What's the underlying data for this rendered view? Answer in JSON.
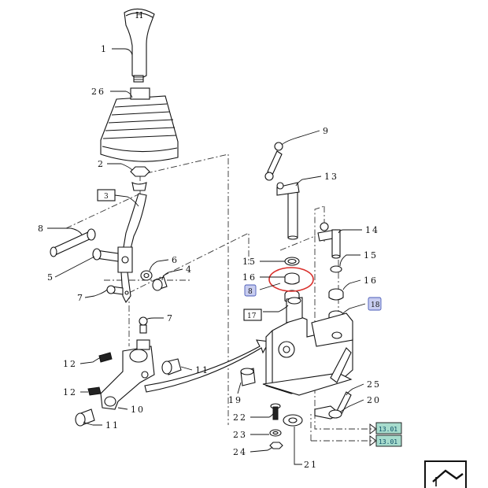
{
  "callouts": {
    "c1": "1",
    "c26": "26",
    "c2": "2",
    "c3": "3",
    "c8a": "8",
    "c5": "5",
    "c6": "6",
    "c4": "4",
    "c7a": "7",
    "c7b": "7",
    "c12a": "12",
    "c12b": "12",
    "c11a": "11",
    "c10": "10",
    "c11b": "11",
    "c9": "9",
    "c13": "13",
    "c14": "14",
    "c15a": "15",
    "c15b": "15",
    "c16a": "16",
    "c16b": "16",
    "c8b": "8",
    "c18": "18",
    "c17": "17",
    "c19": "19",
    "c22": "22",
    "c23": "23",
    "c24": "24",
    "c21": "21",
    "c25": "25",
    "c20": "20"
  },
  "page_refs": [
    "13.01",
    "13.01"
  ],
  "colors": {
    "highlight_ring": "#d9302c",
    "ref_box_fill": "#c8cdf0",
    "page_ref_fill": "#a7dccd",
    "line": "#111111"
  },
  "icons": {
    "nav_button": "return-arrow-icon"
  }
}
